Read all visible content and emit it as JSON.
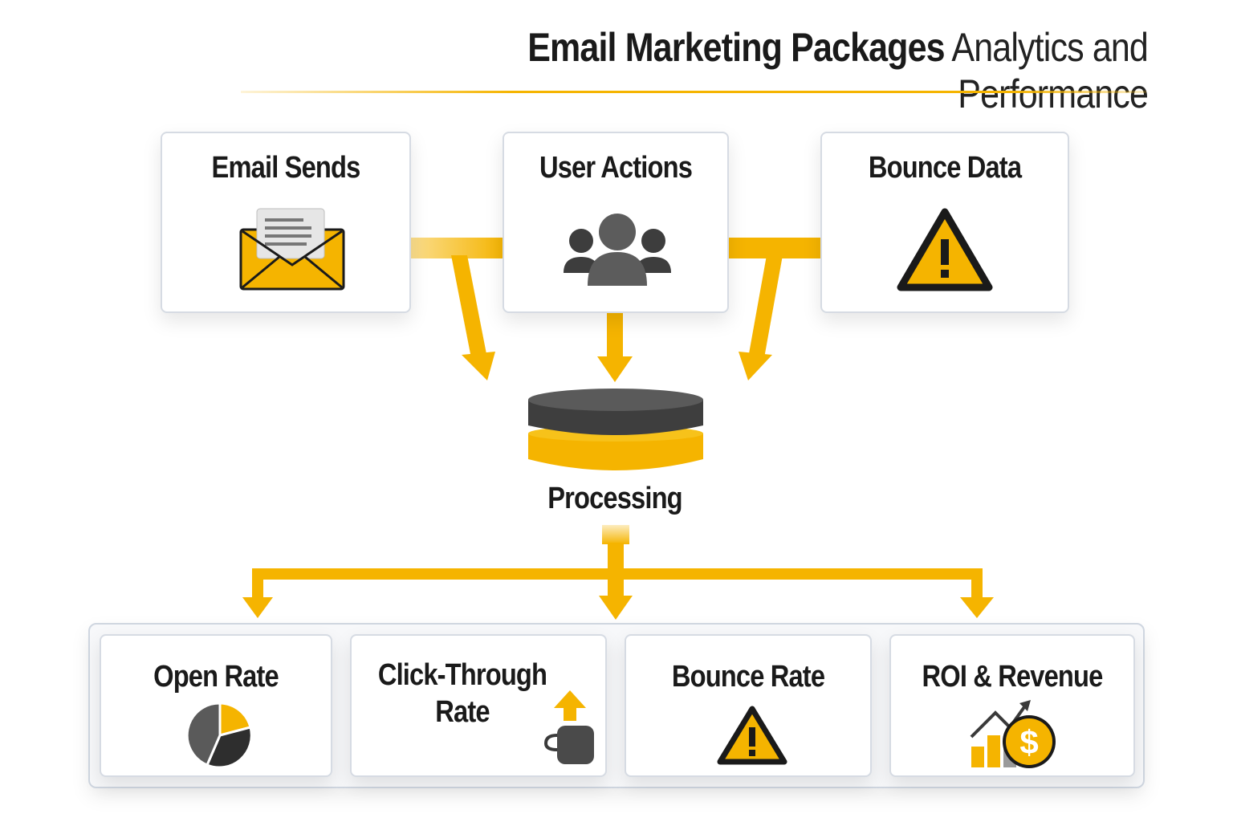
{
  "title": {
    "bold": "Email Marketing Packages",
    "light": " Analytics and Performance"
  },
  "sources": [
    {
      "label": "Email Sends",
      "icon": "envelope-icon"
    },
    {
      "label": "User Actions",
      "icon": "users-icon"
    },
    {
      "label": "Bounce Data",
      "icon": "warning-icon"
    }
  ],
  "processing": {
    "label": "Processing",
    "icon": "database-icon"
  },
  "outputs": [
    {
      "label": "Open Rate",
      "icon": "pie-chart-icon"
    },
    {
      "label": "Click-Through Rate",
      "label_line1": "Click-Through",
      "label_line2": "Rate",
      "icon": "click-up-arrow-icon"
    },
    {
      "label": "Bounce Rate",
      "icon": "warning-icon"
    },
    {
      "label": "ROI & Revenue",
      "icon": "revenue-chart-coin-icon"
    }
  ],
  "colors": {
    "accent": "#f5b400",
    "dark": "#3a3a3a",
    "text": "#1a1a1a",
    "border": "#d6dbe3"
  }
}
